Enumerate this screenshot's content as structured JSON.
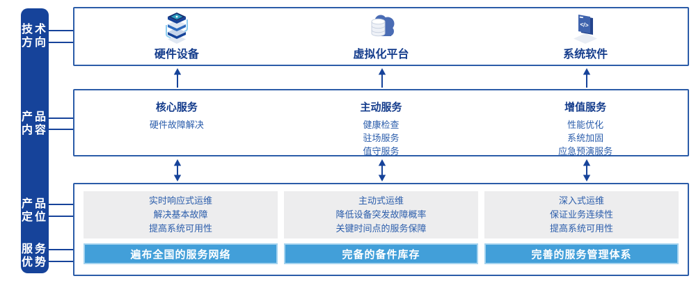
{
  "colors": {
    "navy": "#16439a",
    "border_blue": "#2b5ca8",
    "heading_text": "#143c8c",
    "body_text": "#2b5dab",
    "banner_blue": "#429fd9",
    "banner_border": "#a5d3ef",
    "gray_box": "#ededee"
  },
  "sidebar": {
    "items": [
      {
        "line1": "技术",
        "line2": "方向"
      },
      {
        "line1": "产品",
        "line2": "内容"
      },
      {
        "line1": "产品",
        "line2": "定位"
      },
      {
        "line1": "服务",
        "line2": "优势"
      }
    ]
  },
  "tech_row": {
    "items": [
      {
        "label": "硬件设备",
        "icon": "server-stack-icon"
      },
      {
        "label": "虚拟化平台",
        "icon": "cloud-database-icon"
      },
      {
        "label": "系统软件",
        "icon": "code-window-icon"
      }
    ]
  },
  "content_row": {
    "columns": [
      {
        "title": "核心服务",
        "items": [
          "硬件故障解决"
        ]
      },
      {
        "title": "主动服务",
        "items": [
          "健康检查",
          "驻场服务",
          "值守服务"
        ]
      },
      {
        "title": "增值服务",
        "items": [
          "性能优化",
          "系统加固",
          "应急预演服务"
        ]
      }
    ]
  },
  "position_row": {
    "columns": [
      {
        "lines": [
          "实时响应式运维",
          "解决基本故障",
          "提高系统可用性"
        ],
        "banner": "遍布全国的服务网络"
      },
      {
        "lines": [
          "主动式运维",
          "降低设备突发故障概率",
          "关键时间点的服务保障"
        ],
        "banner": "完备的备件库存"
      },
      {
        "lines": [
          "深入式运维",
          "保证业务连续性",
          "提高系统可用性"
        ],
        "banner": "完善的服务管理体系"
      }
    ]
  }
}
